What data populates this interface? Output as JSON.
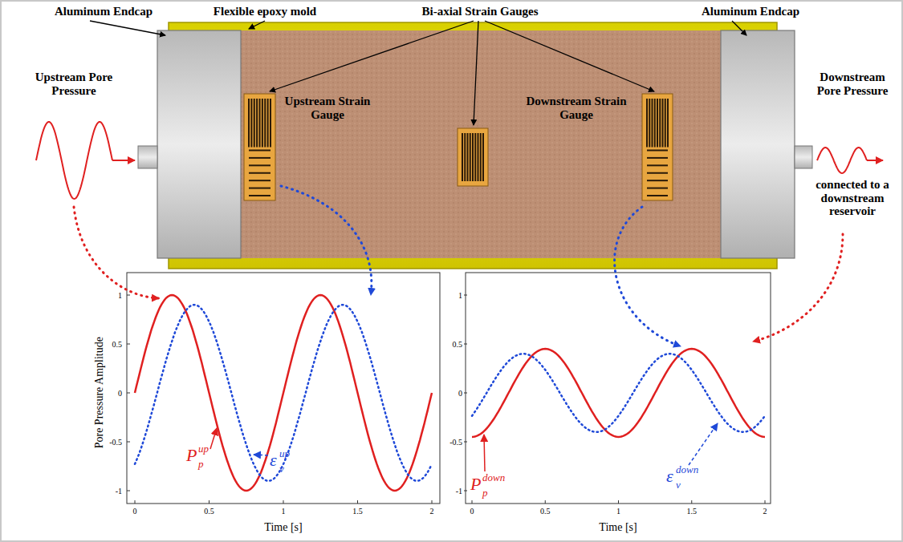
{
  "diagram": {
    "labels": [
      "Aluminum Endcap",
      "Flexible epoxy mold",
      "Bi-axial Strain Gauges",
      "Aluminum Endcap",
      "Upstream Pore Pressure",
      "Upstream Strain Gauge",
      "Downstream Strain Gauge",
      "Downstream Pore Pressure",
      "connected to a downstream reservoir",
      "Pore Pressure Amplitude",
      "1",
      "0.5",
      "0",
      "-0.5",
      "-1",
      "0",
      "0.5",
      "1",
      "1.5",
      "2",
      "Time [s]",
      "P",
      "p",
      "up",
      "ε",
      "v",
      "up",
      "1",
      "0.5",
      "0",
      "-0.5",
      "-1",
      "0",
      "0.5",
      "1",
      "1.5",
      "2",
      "Time [s]",
      "P",
      "p",
      "down",
      "ε",
      "v",
      "down"
    ]
  }
}
